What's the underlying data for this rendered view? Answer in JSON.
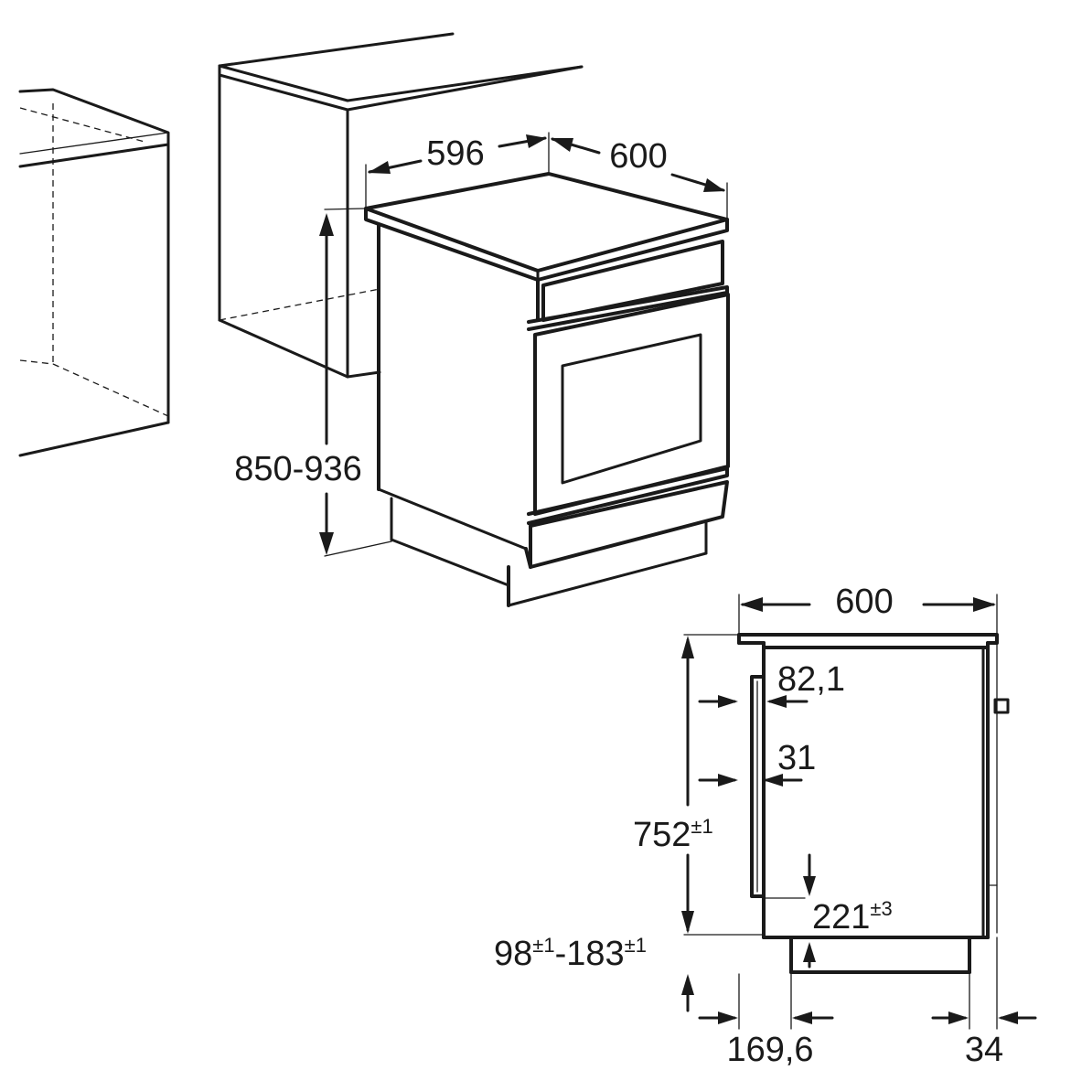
{
  "iso_view": {
    "width_label": "596",
    "depth_label": "600",
    "height_label": "850-936"
  },
  "side_view": {
    "depth_label": "600",
    "handle_offset_label": "82,1",
    "door_offset_label": "31",
    "height_main": "752",
    "height_main_tolerance": "±1",
    "drawer_height": "221",
    "drawer_height_tolerance": "±3",
    "plinth_min": "98",
    "plinth_min_tolerance": "±1",
    "plinth_separator": "-",
    "plinth_max": "183",
    "plinth_max_tolerance": "±1",
    "front_offset_label": "169,6",
    "rear_offset_label": "34"
  }
}
